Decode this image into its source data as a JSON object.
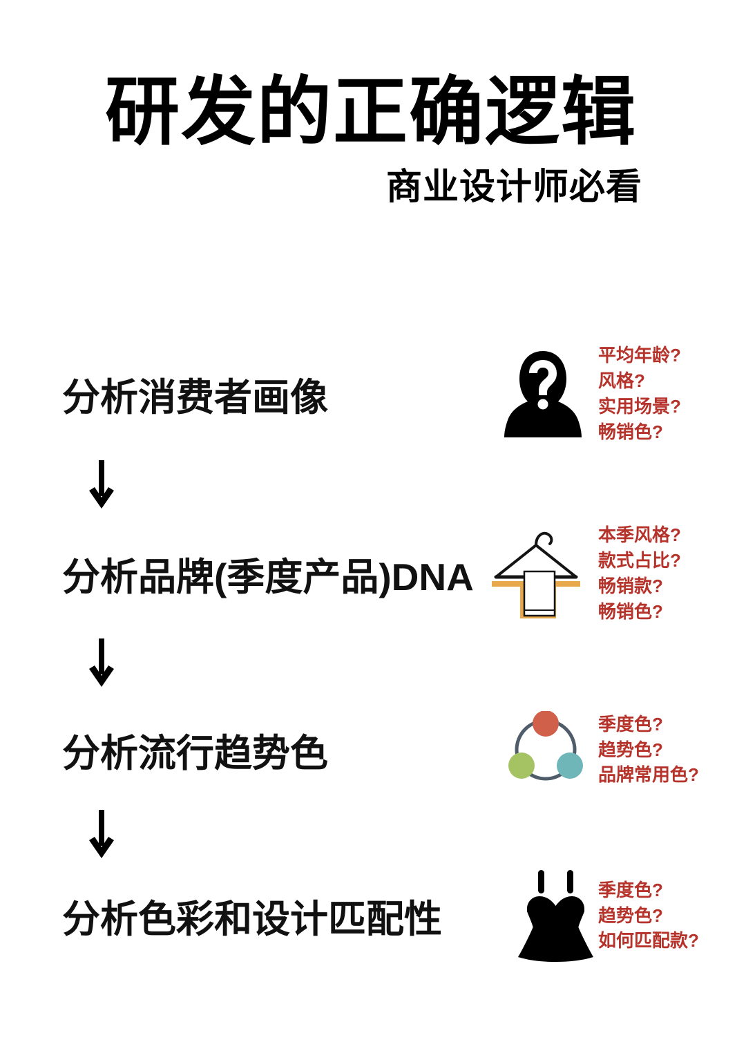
{
  "header": {
    "title": "研发的正确逻辑",
    "subtitle": "商业设计师必看"
  },
  "colors": {
    "text": "#111111",
    "note_red": "#B5332B",
    "hanger_shadow": "#E8A84C",
    "wheel_ring": "#4F5D6B",
    "wheel_top": "#D0604A",
    "wheel_left": "#A6C364",
    "wheel_right": "#6FB6B8",
    "background": "#FFFFFF"
  },
  "flow": {
    "arrow_glyph": "↓",
    "steps": [
      {
        "label": "分析消费者画像",
        "icon": "person-question-icon",
        "notes": [
          "平均年龄?",
          "风格?",
          "实用场景?",
          "畅销色?"
        ]
      },
      {
        "label": "分析品牌(季度产品)DNA",
        "icon": "clothes-hanger-icon",
        "notes": [
          "本季风格?",
          "款式占比?",
          "畅销款?",
          "畅销色?"
        ]
      },
      {
        "label": "分析流行趋势色",
        "icon": "color-wheel-icon",
        "notes": [
          "季度色?",
          "趋势色?",
          "品牌常用色?"
        ]
      },
      {
        "label": "分析色彩和设计匹配性",
        "icon": "dress-icon",
        "notes": [
          "季度色?",
          "趋势色?",
          "如何匹配款?"
        ]
      }
    ]
  }
}
